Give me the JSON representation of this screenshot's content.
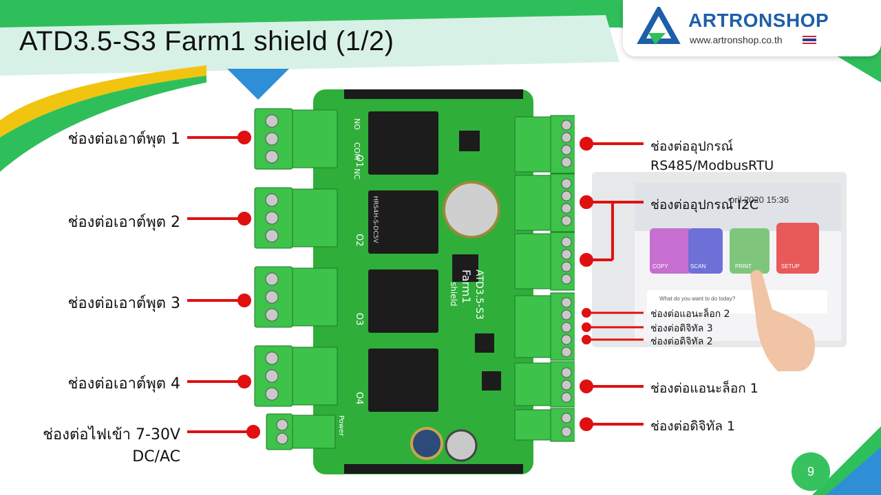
{
  "slide": {
    "title": "ATD3.5-S3 Farm1 shield (1/2)",
    "page_number": "9"
  },
  "logo": {
    "name": "ARTRONSHOP",
    "url": "www.artronshop.co.th"
  },
  "labels_left": [
    "ช่องต่อเอาต์พุต 1",
    "ช่องต่อเอาต์พุต 2",
    "ช่องต่อเอาต์พุต 3",
    "ช่องต่อเอาต์พุต 4",
    "ช่องต่อไฟเข้า 7-30V",
    "DC/AC"
  ],
  "labels_right": {
    "rs485_line1": "ช่องต่ออุปกรณ์",
    "rs485_line2": "RS485/ModbusRTU",
    "i2c": "ช่องต่ออุปกรณ์ I2C",
    "analog2": "ช่องต่อแอนะล็อก 2",
    "digital3": "ช่องต่อดิจิทัล 3",
    "digital2": "ช่องต่อดิจิทัล 2",
    "analog1": "ช่องต่อแอนะล็อก 1",
    "digital1": "ช่องต่อดิจิทัล 1"
  },
  "board": {
    "name_line1": "ATD3.5-S3",
    "name_line2": "Farm1",
    "name_line3": "shield",
    "power_label": "Power",
    "relay_labels": [
      "O1",
      "O2",
      "O3",
      "O4"
    ],
    "relay_pins": [
      "NO",
      "COM",
      "NC"
    ],
    "relay_text": "HRS4H-S-DC5V"
  },
  "screen": {
    "date": "pril 2020 15:36",
    "tiles": [
      "COPY",
      "SCAN",
      "PRINT",
      "SETUP"
    ],
    "question": "What do you want to do today?"
  },
  "colors": {
    "brand_green": "#2fbf5a",
    "accent_blue": "#2e8fd6",
    "accent_yellow": "#f1c40f",
    "pcb_green": "#2fae3a",
    "pointer_red": "#e01010"
  }
}
